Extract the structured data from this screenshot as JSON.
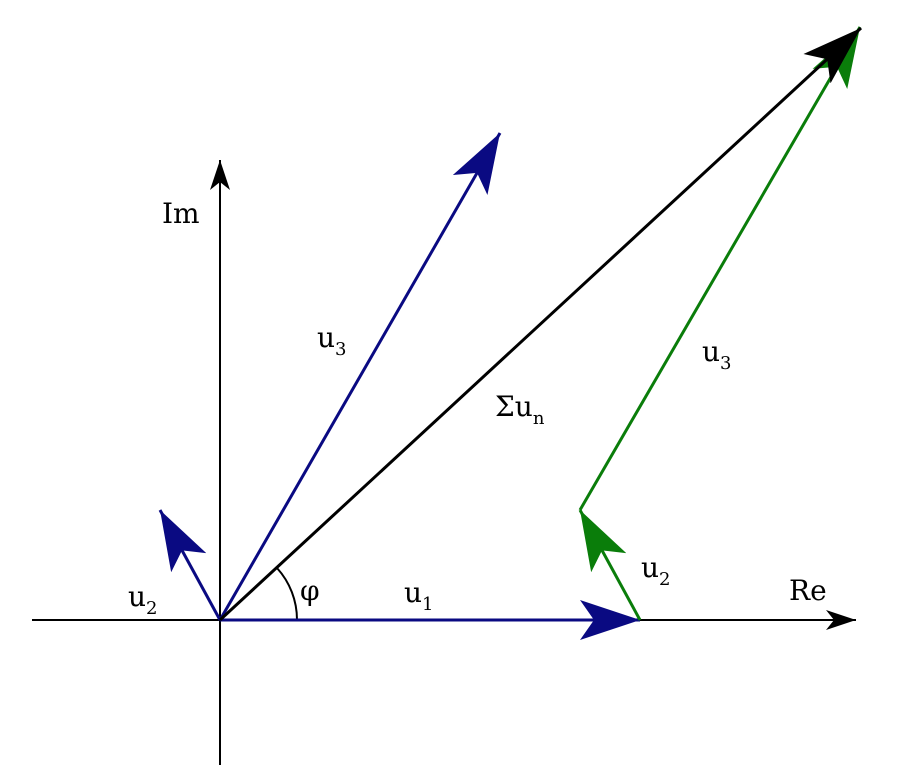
{
  "colors": {
    "axis": "#000000",
    "sum": "#000000",
    "vector": "#0a0a82",
    "shifted": "#0a7d0a"
  },
  "axes": {
    "real_label": "Re",
    "imag_label": "Im"
  },
  "angle_label": "φ",
  "vectors": {
    "u1": {
      "base": "u",
      "sub": "1"
    },
    "u2": {
      "base": "u",
      "sub": "2"
    },
    "u3": {
      "base": "u",
      "sub": "3"
    },
    "u2_shifted": {
      "base": "u",
      "sub": "2"
    },
    "u3_shifted": {
      "base": "u",
      "sub": "3"
    },
    "sum": {
      "base": "Σu",
      "sub": "n"
    }
  }
}
